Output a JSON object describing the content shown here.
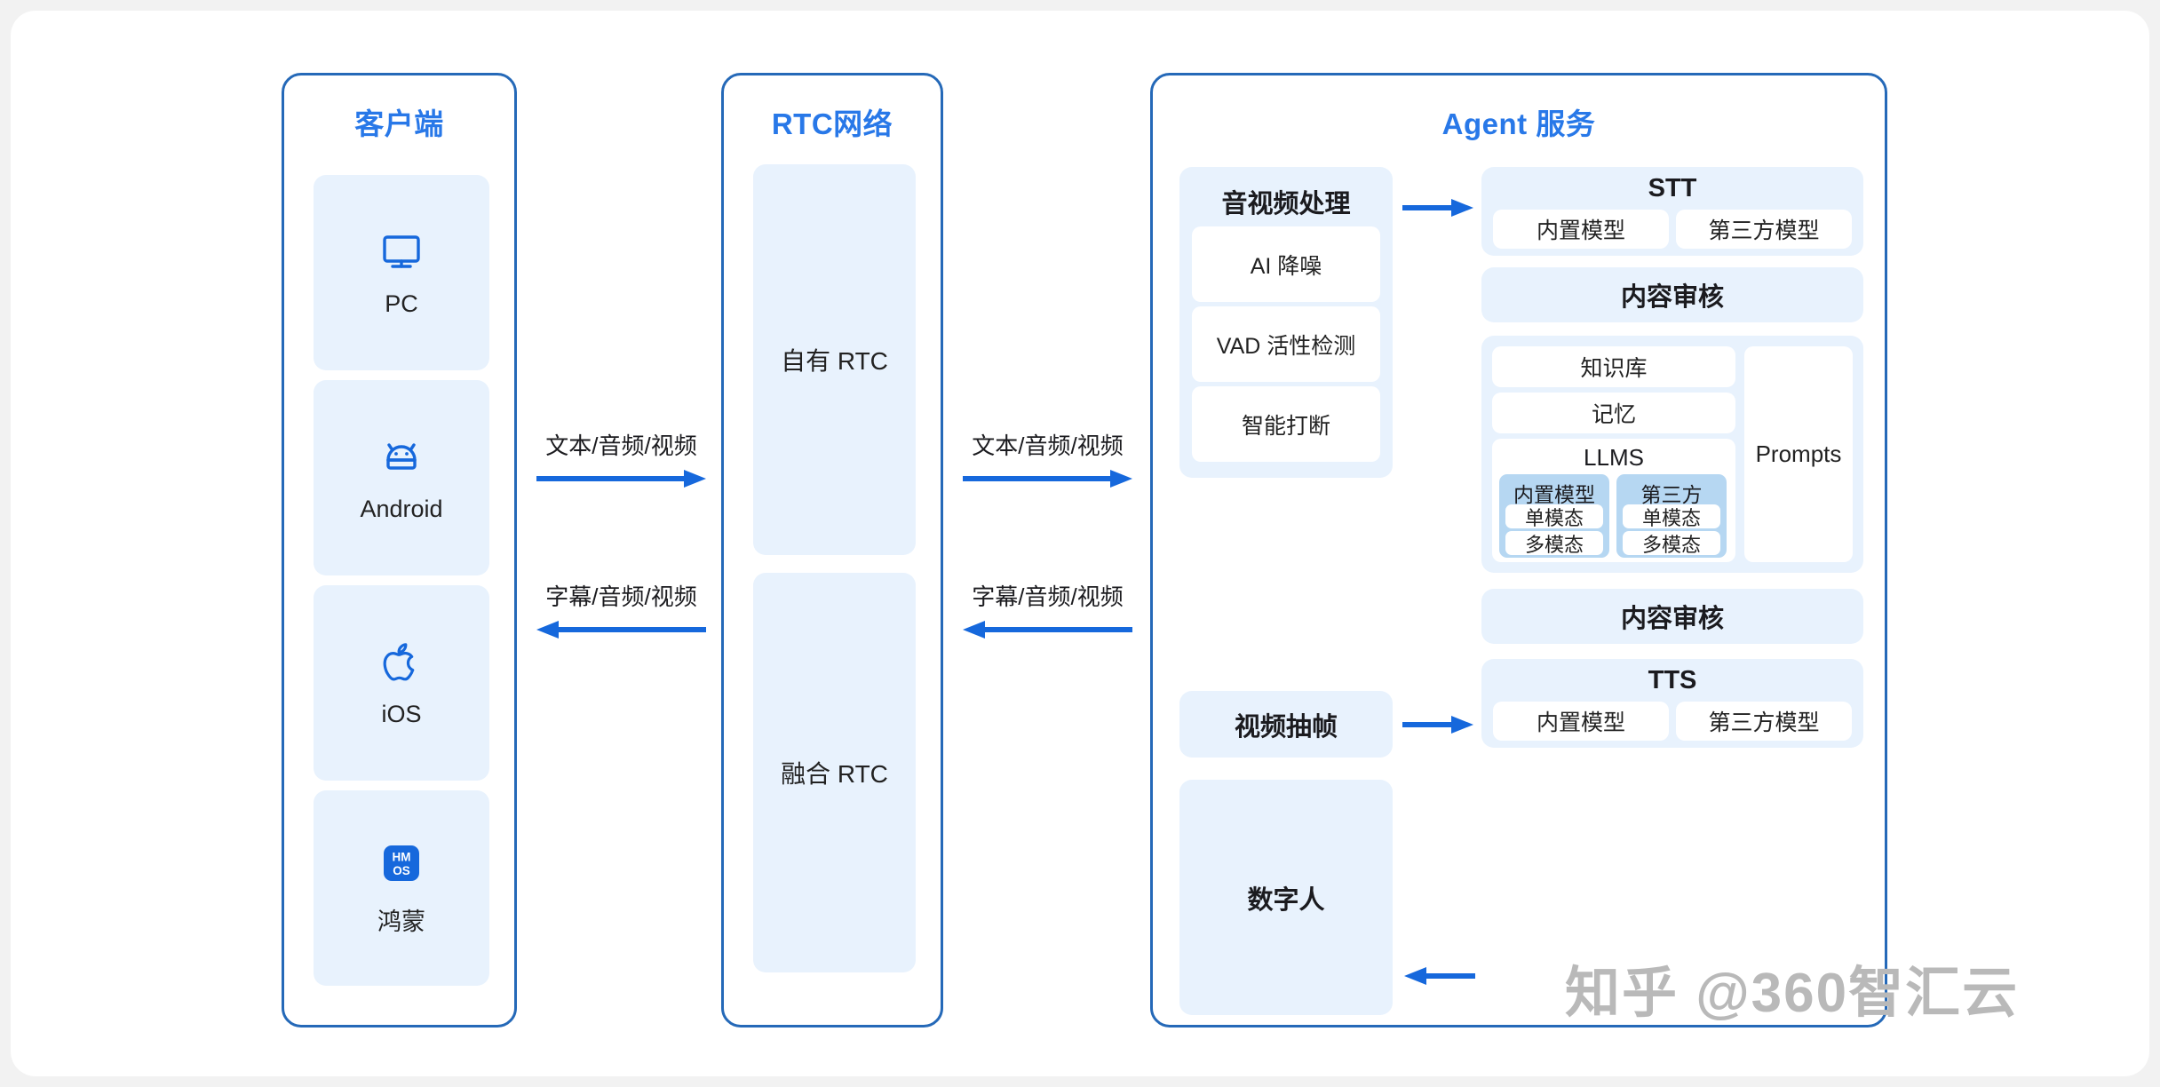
{
  "diagram": {
    "watermark": "知乎 @360智汇云",
    "colors": {
      "panel_border": "#2569b8",
      "panel_title": "#2878e8",
      "tile_light": "#e8f2fd",
      "tile_mid": "#b6d7f2",
      "arrow": "#1668dc",
      "text": "#1b1b1f",
      "canvas": "#ffffff",
      "page": "#f2f2f2"
    }
  },
  "client_panel": {
    "title": "客户端",
    "devices": [
      {
        "label": "PC",
        "icon": "monitor-icon"
      },
      {
        "label": "Android",
        "icon": "android-icon"
      },
      {
        "label": "iOS",
        "icon": "apple-icon"
      },
      {
        "label": "鸿蒙",
        "icon": "harmonyos-icon"
      }
    ]
  },
  "rtc_panel": {
    "title": "RTC网络",
    "tiles": [
      {
        "label": "自有 RTC"
      },
      {
        "label": "融合 RTC"
      }
    ]
  },
  "connectors": {
    "client_to_rtc": {
      "forward_label": "文本/音频/视频",
      "backward_label": "字幕/音频/视频"
    },
    "rtc_to_agent": {
      "forward_label": "文本/音频/视频",
      "backward_label": "字幕/音频/视频"
    }
  },
  "agent_panel": {
    "title": "Agent 服务",
    "left_column": {
      "av_processing": {
        "heading": "音视频处理",
        "items": [
          "AI 降噪",
          "VAD 活性检测",
          "智能打断"
        ]
      },
      "video_frames": {
        "label": "视频抽帧"
      },
      "digital_human": {
        "label": "数字人"
      }
    },
    "right_column": {
      "stt": {
        "heading": "STT",
        "items": [
          "内置模型",
          "第三方模型"
        ]
      },
      "content_audit_top": {
        "label": "内容审核"
      },
      "core": {
        "items": [
          "知识库",
          "记忆"
        ],
        "llms": {
          "heading": "LLMS",
          "groups": [
            {
              "heading": "内置模型",
              "items": [
                "单模态",
                "多模态"
              ]
            },
            {
              "heading": "第三方",
              "items": [
                "单模态",
                "多模态"
              ]
            }
          ]
        },
        "prompts": {
          "label": "Prompts"
        }
      },
      "content_audit_bottom": {
        "label": "内容审核"
      },
      "tts": {
        "heading": "TTS",
        "items": [
          "内置模型",
          "第三方模型"
        ]
      }
    },
    "internal_arrows": [
      {
        "name": "av-to-stt",
        "direction": "right"
      },
      {
        "name": "frames-to-llms",
        "direction": "right"
      },
      {
        "name": "tts-to-digital-human",
        "direction": "left"
      }
    ]
  }
}
